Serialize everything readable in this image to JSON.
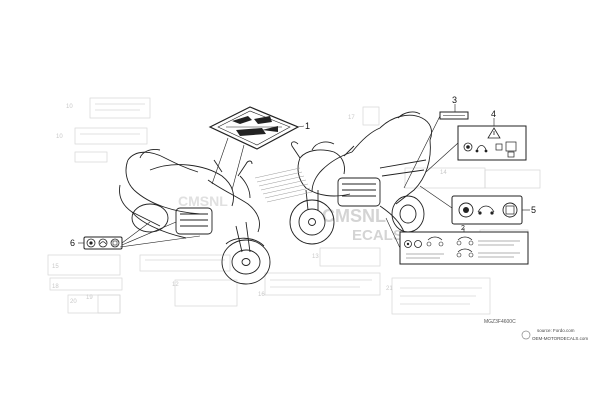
{
  "diagram": {
    "figure_code": "MGZ3F4600C",
    "watermark": "CMSNL",
    "watermark_sub": "ECALS.com",
    "source_label": "source: Fordo.com",
    "source_site": "OEM-MOTORDECALS.com",
    "callouts": [
      {
        "id": "c1",
        "label": "1"
      },
      {
        "id": "c2",
        "label": "2"
      },
      {
        "id": "c3",
        "label": "3"
      },
      {
        "id": "c4",
        "label": "4"
      },
      {
        "id": "c5",
        "label": "5"
      },
      {
        "id": "c6",
        "label": "6"
      }
    ],
    "background_refs": [
      "10",
      "10",
      "17",
      "14",
      "13",
      "15",
      "12",
      "16",
      "18",
      "19",
      "20",
      "21"
    ]
  }
}
